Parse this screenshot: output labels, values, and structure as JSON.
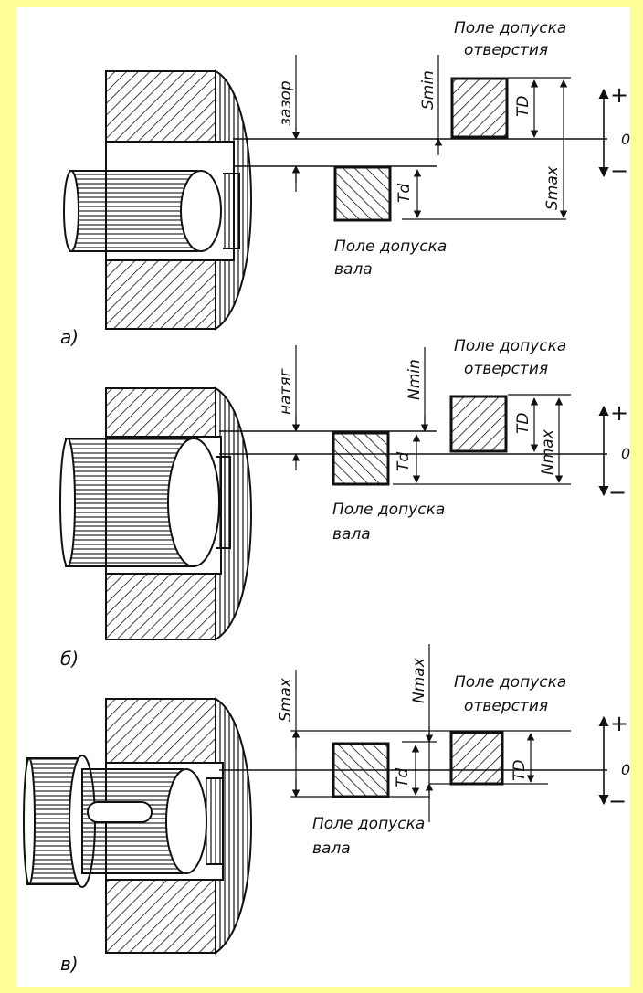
{
  "panels": [
    {
      "caption": "а)",
      "fit_label": "зазор",
      "limit_min": "Smin",
      "limit_max": "Smax",
      "hole_tol": "TD",
      "shaft_tol": "Td",
      "hole_label_1": "Поле допуска",
      "hole_label_2": "отверстия",
      "shaft_label_1": "Поле допуска",
      "shaft_label_2": "вала",
      "plus": "+",
      "minus": "−",
      "zero": "0"
    },
    {
      "caption": "б)",
      "fit_label": "натяг",
      "limit_min": "Nmin",
      "limit_max": "Nmax",
      "hole_tol": "TD",
      "shaft_tol": "Td",
      "hole_label_1": "Поле допуска",
      "hole_label_2": "отверстия",
      "shaft_label_1": "Поле допуска",
      "shaft_label_2": "вала",
      "plus": "+",
      "minus": "−",
      "zero": "0"
    },
    {
      "caption": "в)",
      "limit_min": "Smax",
      "limit_max": "Nmax",
      "hole_tol": "TD",
      "shaft_tol": "Td",
      "hole_label_1": "Поле допуска",
      "hole_label_2": "отверстия",
      "shaft_label_1": "Поле допуска",
      "shaft_label_2": "вала",
      "plus": "+",
      "minus": "−",
      "zero": "0"
    }
  ],
  "colors": {
    "frame": "#ffff99",
    "paper": "#ffffff",
    "ink": "#111111"
  }
}
